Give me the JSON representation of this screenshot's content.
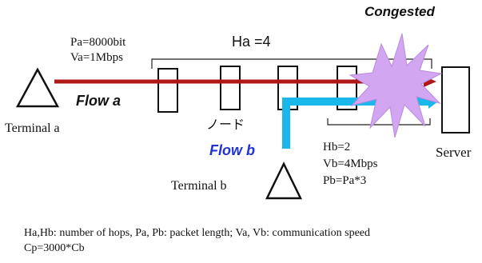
{
  "congested_label": "Congested",
  "flow_a": {
    "packet_length": "Pa=8000bit",
    "speed": "Va=1Mbps",
    "hops": "Ha =4",
    "label": "Flow a",
    "color": "#b01818"
  },
  "flow_b": {
    "label": "Flow b",
    "hops": "Hb=2",
    "speed": "Vb=4Mbps",
    "packet_length": "Pb=Pa*3",
    "color": "#19b7ea",
    "label_color": "#1f33d6"
  },
  "terminal_a_label": "Terminal a",
  "terminal_b_label": "Terminal b",
  "node_label": "ノード",
  "server_label": "Server",
  "burst_color": "#d3a6f2",
  "legend": {
    "line1": "Ha,Hb: number of hops, Pa, Pb: packet length; Va, Vb: communication speed",
    "line2": "Cp=3000*Cb"
  }
}
